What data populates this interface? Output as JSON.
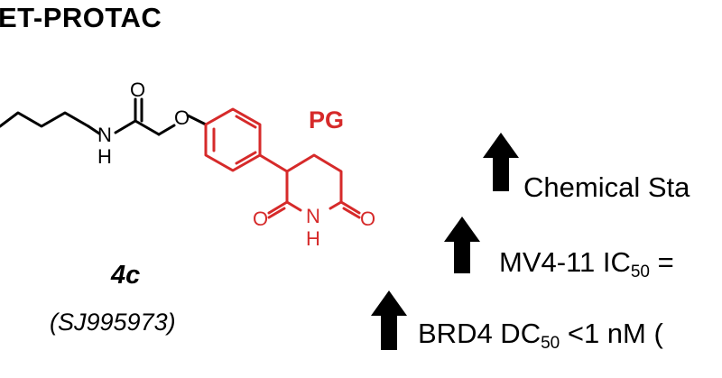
{
  "header": {
    "title": "ET-PROTAC"
  },
  "structure": {
    "pg_label": "PG",
    "atoms": {
      "o_carbonyl": "O",
      "o_ether": "O",
      "n_amide": "N",
      "h_amide": "H",
      "o_imide_left": "O",
      "o_imide_right": "O",
      "n_imide": "N",
      "h_imide": "H"
    }
  },
  "compound": {
    "id": "4c",
    "code": "(SJ995973)"
  },
  "claims": [
    {
      "main": "Chemical Sta",
      "sub": "",
      "rest": ""
    },
    {
      "main": "MV4-11 IC",
      "sub": "50",
      "rest": " ="
    },
    {
      "main": "BRD4 DC",
      "sub": "50",
      "rest": " <1 nM ("
    }
  ],
  "colors": {
    "accent": "#d62a2a",
    "text": "#000000"
  },
  "icons": [
    "up-arrow-icon",
    "up-arrow-icon",
    "up-arrow-icon"
  ]
}
